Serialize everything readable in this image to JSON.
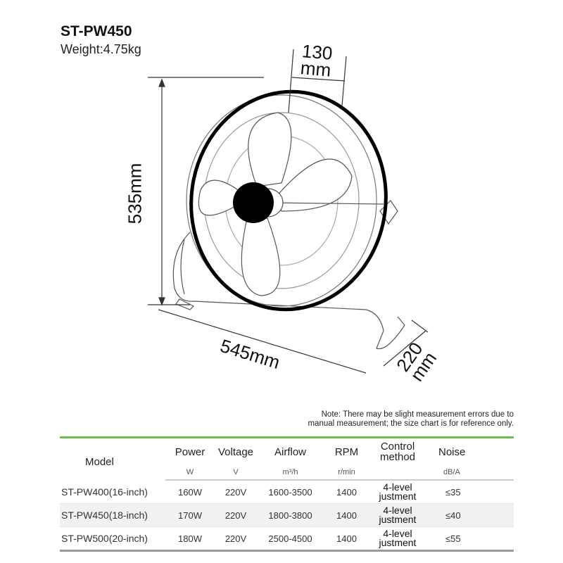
{
  "product": {
    "title": "ST-PW450",
    "weight": "Weight:4.75kg"
  },
  "dimensions": {
    "height": "535mm",
    "width": "545mm",
    "depth_value": "220",
    "depth_unit": "mm",
    "tilt_value": "130",
    "tilt_unit": "mm"
  },
  "note": {
    "line1": "Note: There may be slight measurement errors due to",
    "line2": "manual measurement; the size chart is for reference only."
  },
  "table": {
    "headers": {
      "model": "Model",
      "power": "Power",
      "voltage": "Voltage",
      "airflow": "Airflow",
      "rpm": "RPM",
      "control_1": "Control",
      "control_2": "method",
      "noise": "Noise"
    },
    "units": {
      "power": "W",
      "voltage": "V",
      "airflow": "m³/h",
      "rpm": "r/min",
      "control": "",
      "noise": "dB/A"
    },
    "rows": [
      {
        "model": "ST-PW400(16-inch)",
        "power": "160W",
        "voltage": "220V",
        "airflow": "1600-3500",
        "rpm": "1400",
        "control_1": "4-level",
        "control_2": "justment",
        "noise": "≤35"
      },
      {
        "model": "ST-PW450(18-inch)",
        "power": "170W",
        "voltage": "220V",
        "airflow": "1800-3800",
        "rpm": "1400",
        "control_1": "4-level",
        "control_2": "justment",
        "noise": "≤40"
      },
      {
        "model": "ST-PW500(20-inch)",
        "power": "180W",
        "voltage": "220V",
        "airflow": "2500-4500",
        "rpm": "1400",
        "control_1": "4-level",
        "control_2": "justment",
        "noise": "≤55"
      }
    ]
  }
}
